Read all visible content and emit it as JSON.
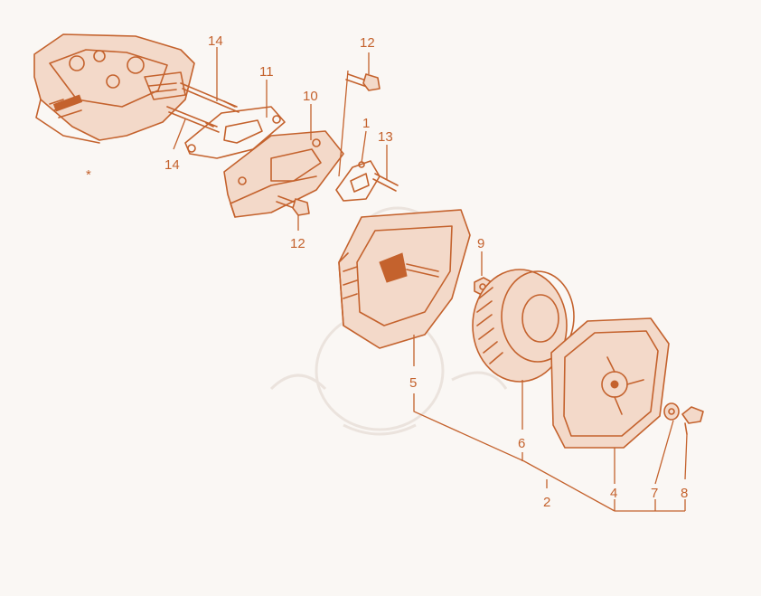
{
  "colors": {
    "line": "#c4622d",
    "background": "#faf7f4",
    "watermark": "#ebe3dd"
  },
  "callouts": {
    "star": "*",
    "c1": "1",
    "c2": "2",
    "c4": "4",
    "c5": "5",
    "c6": "6",
    "c7": "7",
    "c8": "8",
    "c9": "9",
    "c10": "10",
    "c11": "11",
    "c12_top": "12",
    "c12_bottom": "12",
    "c13": "13",
    "c14_top": "14",
    "c14_bottom": "14"
  }
}
